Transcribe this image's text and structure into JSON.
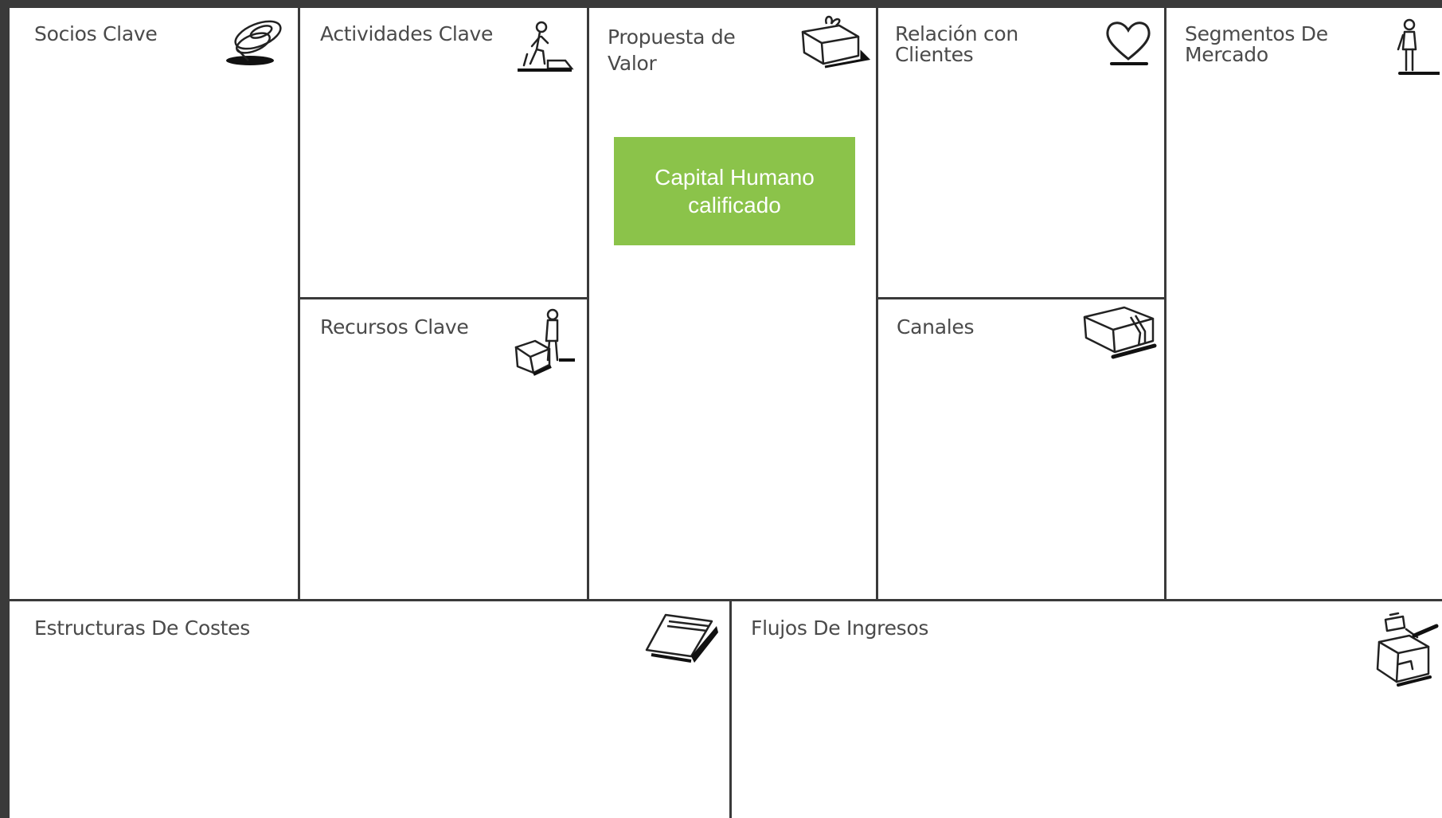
{
  "canvas": {
    "blocks": {
      "socios_clave": "Socios Clave",
      "actividades_clave": "Actividades Clave",
      "recursos_clave": "Recursos Clave",
      "propuesta_de_valor": "Propuesta de\nValor",
      "relacion_con_clientes": "Relación con\nClientes",
      "canales": "Canales",
      "segmentos_de_mercado": "Segmentos De\nMercado",
      "estructuras_de_costes": "Estructuras De Costes",
      "flujos_de_ingresos": "Flujos De Ingresos"
    },
    "icons": {
      "socios_clave": "chain-link-icon",
      "actividades_clave": "worker-icon",
      "recursos_clave": "person-with-box-icon",
      "propuesta_de_valor": "gift-box-icon",
      "relacion_con_clientes": "heart-icon",
      "canales": "delivery-truck-icon",
      "segmentos_de_mercado": "standing-person-icon",
      "estructuras_de_costes": "price-tag-icon",
      "flujos_de_ingresos": "money-bag-icon"
    },
    "sticky_note": {
      "text": "Capital Humano\ncalificado",
      "color": "#8BC34A"
    },
    "line_color": "#3a3a3a"
  }
}
